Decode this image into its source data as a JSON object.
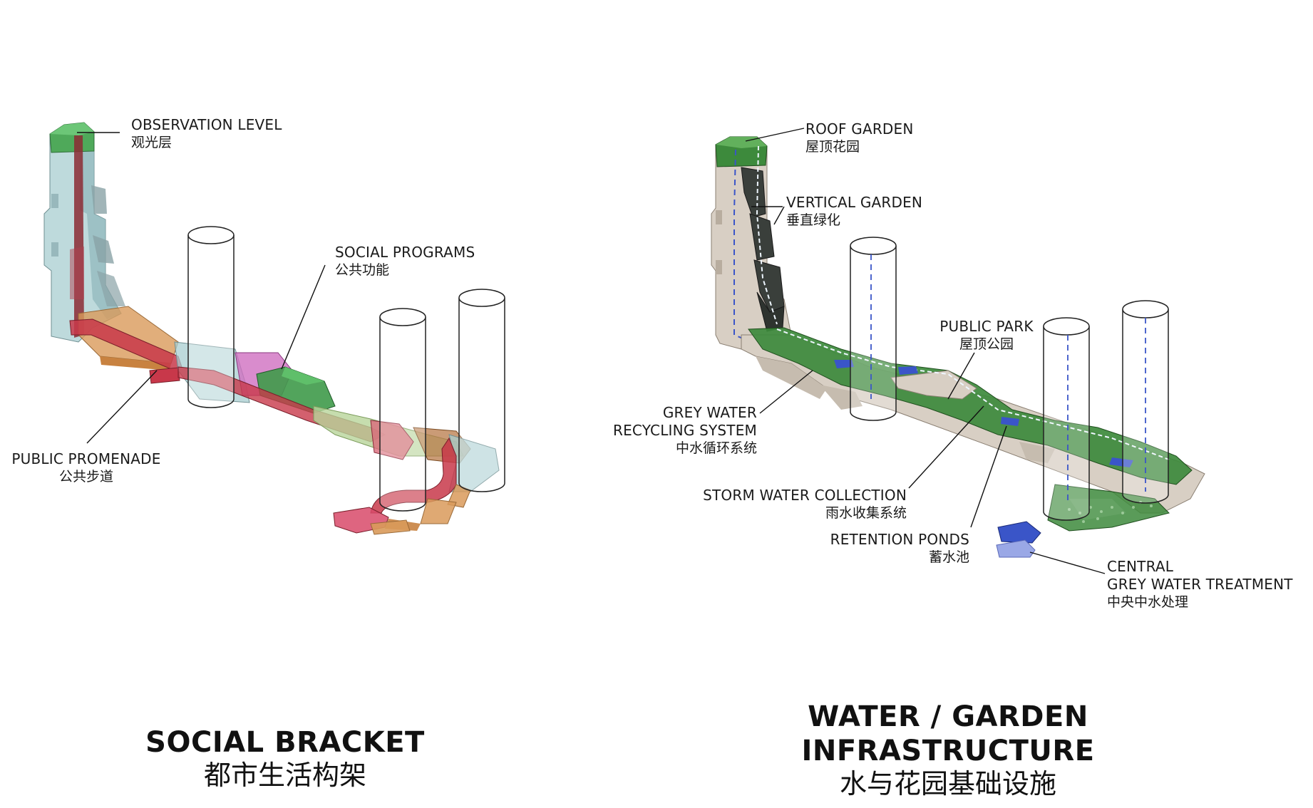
{
  "left_diagram": {
    "labels": {
      "observation": {
        "en": "OBSERVATION LEVEL",
        "zh": "观光层"
      },
      "social_programs": {
        "en": "SOCIAL PROGRAMS",
        "zh": "公共功能"
      },
      "promenade": {
        "en": "PUBLIC PROMENADE",
        "zh": "公共步道"
      }
    },
    "title": {
      "en": "SOCIAL BRACKET",
      "zh": "都市生活构架"
    }
  },
  "right_diagram": {
    "labels": {
      "roof_garden": {
        "en": "ROOF GARDEN",
        "zh": "屋顶花园"
      },
      "vertical_garden": {
        "en": "VERTICAL GARDEN",
        "zh": "垂直绿化"
      },
      "public_park": {
        "en": "PUBLIC PARK",
        "zh": "屋顶公园"
      },
      "grey_water": {
        "en_1": "GREY WATER",
        "en_2": "RECYCLING SYSTEM",
        "zh": "中水循环系统"
      },
      "storm_water": {
        "en": "STORM WATER COLLECTION",
        "zh": "雨水收集系统"
      },
      "retention": {
        "en": "RETENTION PONDS",
        "zh": "蓄水池"
      },
      "central": {
        "en_1": "CENTRAL",
        "en_2": "GREY WATER TREATMENT",
        "zh": "中央中水处理"
      }
    },
    "title": {
      "en_1": "WATER / GARDEN",
      "en_2": "INFRASTRUCTURE",
      "zh": "水与花园基础设施"
    }
  },
  "colors": {
    "tower_glass": "#a8cdd0",
    "promenade_red": "#c8384a",
    "program_orange": "#d99a5a",
    "program_magenta": "#cf6fc0",
    "program_green": "#3f9a4a",
    "garden_green": "#3d8a3c",
    "concrete": "#d8cfc4",
    "water_blue": "#3a55c8"
  }
}
